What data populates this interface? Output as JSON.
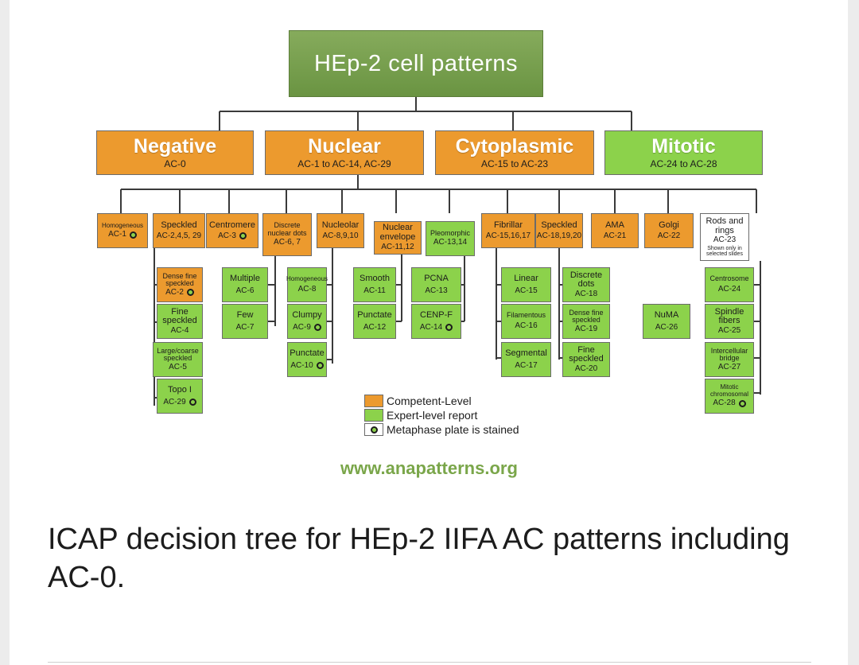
{
  "title": "HEp-2 cell patterns",
  "categories": [
    {
      "name": "Negative",
      "code": "AC-0"
    },
    {
      "name": "Nuclear",
      "code": "AC-1 to AC-14, AC-29"
    },
    {
      "name": "Cytoplasmic",
      "code": "AC-15 to AC-23"
    },
    {
      "name": "Mitotic",
      "code": "AC-24 to AC-28"
    }
  ],
  "level1": [
    {
      "name": "Homogeneous",
      "code": "AC-1"
    },
    {
      "name": "Speckled",
      "code": "AC-2,4,5, 29"
    },
    {
      "name": "Centromere",
      "code": "AC-3"
    },
    {
      "name": "Discrete nuclear dots",
      "code": "AC-6, 7"
    },
    {
      "name": "Nucleolar",
      "code": "AC-8,9,10"
    },
    {
      "name": "Nuclear envelope",
      "code": "AC-11,12"
    },
    {
      "name": "Pleomorphic",
      "code": "AC-13,14"
    },
    {
      "name": "Fibrillar",
      "code": "AC-15,16,17"
    },
    {
      "name": "Speckled",
      "code": "AC-18,19,20"
    },
    {
      "name": "AMA",
      "code": "AC-21"
    },
    {
      "name": "Golgi",
      "code": "AC-22"
    },
    {
      "name": "Rods and rings",
      "code": "AC-23",
      "note": "Shown only in selected slides"
    }
  ],
  "leaves": [
    {
      "name": "Dense fine speckled",
      "code": "AC-2"
    },
    {
      "name": "Fine speckled",
      "code": "AC-4"
    },
    {
      "name": "Large/coarse speckled",
      "code": "AC-5"
    },
    {
      "name": "Topo I",
      "code": "AC-29"
    },
    {
      "name": "Multiple",
      "code": "AC-6"
    },
    {
      "name": "Few",
      "code": "AC-7"
    },
    {
      "name": "Homogeneous",
      "code": "AC-8"
    },
    {
      "name": "Clumpy",
      "code": "AC-9"
    },
    {
      "name": "Punctate",
      "code": "AC-10"
    },
    {
      "name": "Smooth",
      "code": "AC-11"
    },
    {
      "name": "Punctate",
      "code": "AC-12"
    },
    {
      "name": "PCNA",
      "code": "AC-13"
    },
    {
      "name": "CENP-F",
      "code": "AC-14"
    },
    {
      "name": "Linear",
      "code": "AC-15"
    },
    {
      "name": "Filamentous",
      "code": "AC-16"
    },
    {
      "name": "Segmental",
      "code": "AC-17"
    },
    {
      "name": "Discrete dots",
      "code": "AC-18"
    },
    {
      "name": "Dense fine speckled",
      "code": "AC-19"
    },
    {
      "name": "Fine speckled",
      "code": "AC-20"
    },
    {
      "name": "NuMA",
      "code": "AC-26"
    },
    {
      "name": "Centrosome",
      "code": "AC-24"
    },
    {
      "name": "Spindle fibers",
      "code": "AC-25"
    },
    {
      "name": "Intercellular bridge",
      "code": "AC-27"
    },
    {
      "name": "Mitotic chromosomal",
      "code": "AC-28"
    }
  ],
  "legend": [
    {
      "label": "Competent-Level",
      "color": "#ec9a2e"
    },
    {
      "label": "Expert-level report",
      "color": "#8cd24b"
    },
    {
      "label": "Metaphase plate is stained",
      "icon": "metaphase-circle-icon"
    }
  ],
  "colors": {
    "competent": "#ec9a2e",
    "expert": "#8cd24b",
    "title": "#79a14f",
    "url": "#7aa64a"
  },
  "url": "www.anapatterns.org",
  "caption": "ICAP decision tree for HEp-2 IIFA AC patterns including AC-0."
}
